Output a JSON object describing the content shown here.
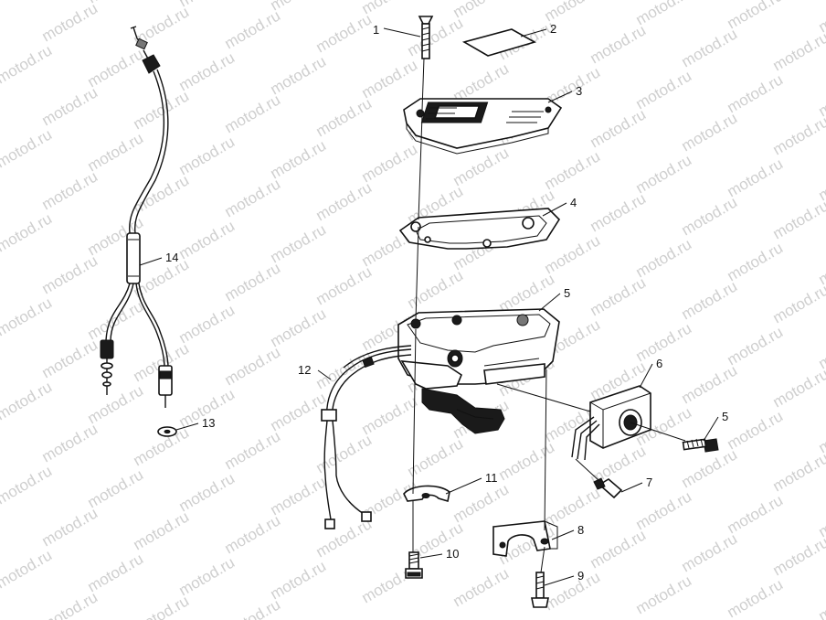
{
  "watermark": "motod.ru",
  "callouts": [
    "1",
    "2",
    "3",
    "4",
    "5",
    "5",
    "6",
    "7",
    "8",
    "9",
    "10",
    "11",
    "12",
    "13",
    "14"
  ]
}
